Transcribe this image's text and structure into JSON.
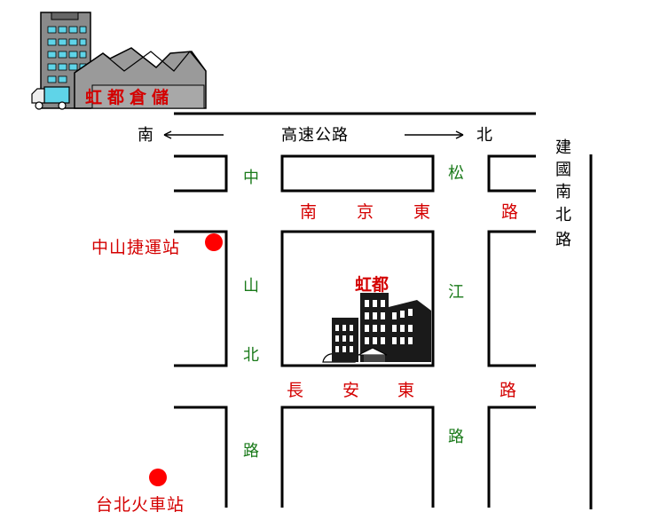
{
  "warehouse": {
    "name": "虹都倉儲"
  },
  "highway": {
    "name": "高速公路",
    "south": "南",
    "north": "北"
  },
  "roads": {
    "jianguo": [
      "建",
      "國",
      "南",
      "北",
      "路"
    ],
    "nanjing": [
      "南",
      "京",
      "東",
      "路"
    ],
    "changan": [
      "長",
      "安",
      "東",
      "路"
    ],
    "zhongshan": [
      "中",
      "山",
      "北",
      "路"
    ],
    "songjiang": [
      "松",
      "江",
      "路"
    ]
  },
  "destination": {
    "name": "虹都"
  },
  "landmarks": {
    "mrt": "中山捷運站",
    "train": "台北火車站"
  },
  "colors": {
    "marker": "#ff0000",
    "label_red": "#d40000",
    "label_green": "#1a7a1a"
  }
}
